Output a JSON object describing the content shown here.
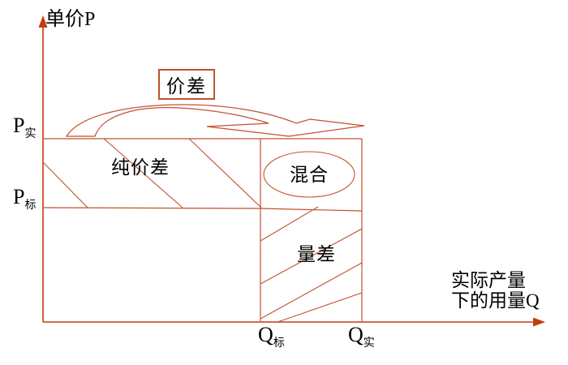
{
  "colors": {
    "background": "#ffffff",
    "line": "#c0522e",
    "axis": "#c33b10",
    "text": "#000000"
  },
  "y_axis": {
    "title": "单价P"
  },
  "x_axis": {
    "title_line1": "实际产量",
    "title_line2": "下的用量Q"
  },
  "ticks": {
    "p_actual": {
      "base": "P",
      "sub": "实"
    },
    "p_standard": {
      "base": "P",
      "sub": "标"
    },
    "q_standard": {
      "base": "Q",
      "sub": "标"
    },
    "q_actual": {
      "base": "Q",
      "sub": "实"
    }
  },
  "labels": {
    "price_variance": "价差",
    "pure_price_variance": "纯价差",
    "mixed": "混合",
    "quantity_variance": "量差"
  }
}
